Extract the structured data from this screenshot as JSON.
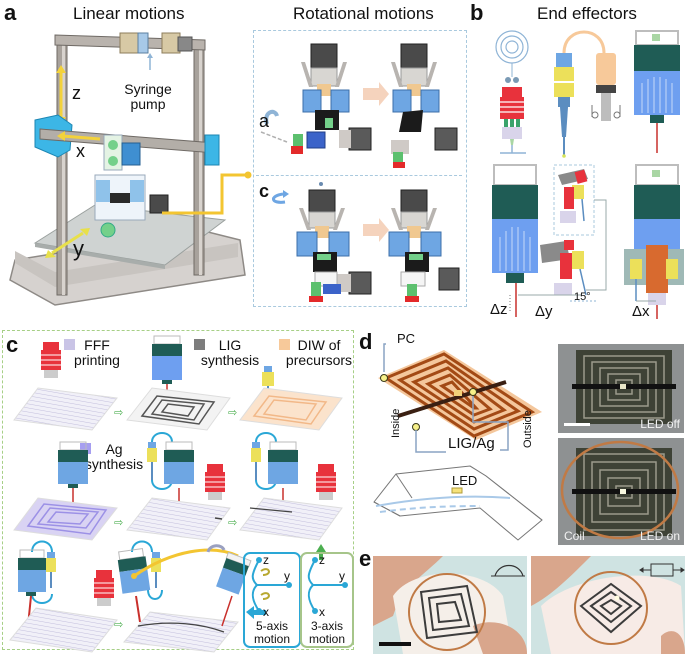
{
  "figure": {
    "panels": {
      "a": {
        "label": "a",
        "left_title": "Linear motions",
        "right_title": "Rotational motions",
        "axis_labels": {
          "z": "z",
          "x": "x",
          "y": "y"
        },
        "syringe_pump_label": "Syringe\npump",
        "syringe_pump_line1": "Syringe",
        "syringe_pump_line2": "pump",
        "rotation_labels": {
          "a_axis": "a",
          "c_axis": "c"
        }
      },
      "b": {
        "label": "b",
        "title": "End effectors",
        "delta_labels": {
          "dz": "Δz",
          "dy": "Δy",
          "dx": "Δx"
        },
        "angle_label": "15°"
      },
      "c": {
        "label": "c",
        "legend": [
          {
            "line1": "FFF",
            "line2": "printing",
            "color": "#c9c4e6"
          },
          {
            "line1": "LIG",
            "line2": "synthesis",
            "color": "#7d7d7d"
          },
          {
            "line1": "DIW of",
            "line2": "precursors",
            "color": "#f7c99a"
          },
          {
            "line1": "Ag",
            "line2": "synthesis",
            "color": "#a69ef0"
          }
        ],
        "motion_boxes": [
          {
            "axes": [
              "z",
              "y",
              "x"
            ],
            "line1": "5-axis",
            "line2": "motion",
            "border": "#2aa7d6"
          },
          {
            "axes": [
              "z",
              "y",
              "x"
            ],
            "line1": "3-axis",
            "line2": "motion",
            "border": "#a6c58a"
          }
        ]
      },
      "d": {
        "label": "d",
        "labels": {
          "pc": "PC",
          "inside": "Inside",
          "outside": "Outside",
          "lig_ag": "LIG/Ag",
          "led": "LED"
        },
        "photos": [
          {
            "caption_right": "LED off",
            "caption_left": ""
          },
          {
            "caption_right": "LED on",
            "caption_left": "Coil"
          }
        ]
      },
      "e": {
        "label": "e",
        "photos": [
          {
            "state_icon": "bent-arc-icon"
          },
          {
            "state_icon": "stretched-rect-icon"
          }
        ]
      }
    },
    "colors": {
      "highlight_yellow": "#f3c531",
      "arrow_blue": "#2aa7d6",
      "panel_dash_blue": "#a9c9de",
      "panel_dash_green": "#a6cf86",
      "fff_red": "#e8323c",
      "laser_blue": "#6e9ff0",
      "laser_dark": "#1f5c55",
      "syringe_yellow": "#ece05a"
    }
  }
}
